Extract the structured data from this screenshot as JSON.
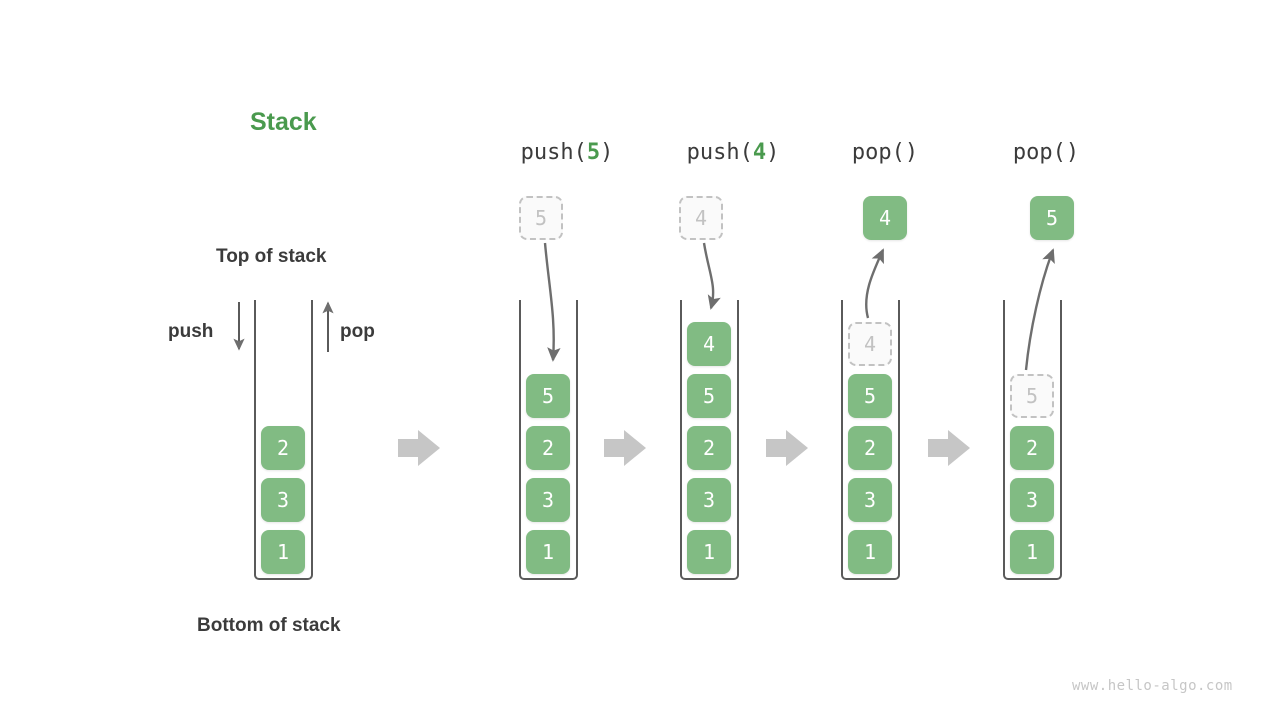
{
  "diagram": {
    "title": "Stack",
    "footer": "www.hello-algo.com",
    "labels": {
      "top_of_stack": "Top of stack",
      "bottom_of_stack": "Bottom of stack",
      "push": "push",
      "pop": "pop"
    },
    "colors": {
      "accent_green": "#4a9a4e",
      "cell_green": "#81bb83",
      "ghost_border": "#c2c2c2",
      "ghost_text": "#c2c2c2",
      "container_stroke": "#5a5a5a",
      "arrow_gray": "#6e6e6e",
      "block_arrow_gray": "#c6c6c6",
      "text_dark": "#3b3b3b",
      "footer_gray": "#c6c6c6"
    },
    "operations": [
      {
        "id": "op-push-5",
        "prefix": "push(",
        "arg": "5",
        "suffix": ")"
      },
      {
        "id": "op-push-4",
        "prefix": "push(",
        "arg": "4",
        "suffix": ")"
      },
      {
        "id": "op-pop-1",
        "prefix": "pop(",
        "arg": "",
        "suffix": ")"
      },
      {
        "id": "op-pop-2",
        "prefix": "pop(",
        "arg": "",
        "suffix": ")"
      }
    ],
    "stacks": [
      {
        "id": "stack-initial",
        "name": "initial-stack",
        "cells": [
          {
            "value": "2",
            "ghost": false
          },
          {
            "value": "3",
            "ghost": false
          },
          {
            "value": "1",
            "ghost": false
          }
        ],
        "incoming": null,
        "outgoing": null
      },
      {
        "id": "stack-after-push-5",
        "name": "stack-after-push-5",
        "cells": [
          {
            "value": "5",
            "ghost": false
          },
          {
            "value": "2",
            "ghost": false
          },
          {
            "value": "3",
            "ghost": false
          },
          {
            "value": "1",
            "ghost": false
          }
        ],
        "incoming": {
          "value": "5",
          "ghost": true
        },
        "outgoing": null
      },
      {
        "id": "stack-after-push-4",
        "name": "stack-after-push-4",
        "cells": [
          {
            "value": "4",
            "ghost": false
          },
          {
            "value": "5",
            "ghost": false
          },
          {
            "value": "2",
            "ghost": false
          },
          {
            "value": "3",
            "ghost": false
          },
          {
            "value": "1",
            "ghost": false
          }
        ],
        "incoming": {
          "value": "4",
          "ghost": true
        },
        "outgoing": null
      },
      {
        "id": "stack-after-pop-4",
        "name": "stack-after-pop-4",
        "cells": [
          {
            "value": "4",
            "ghost": true
          },
          {
            "value": "5",
            "ghost": false
          },
          {
            "value": "2",
            "ghost": false
          },
          {
            "value": "3",
            "ghost": false
          },
          {
            "value": "1",
            "ghost": false
          }
        ],
        "incoming": null,
        "outgoing": {
          "value": "4",
          "ghost": false
        }
      },
      {
        "id": "stack-after-pop-5",
        "name": "stack-after-pop-5",
        "cells": [
          {
            "value": "5",
            "ghost": true
          },
          {
            "value": "2",
            "ghost": false
          },
          {
            "value": "3",
            "ghost": false
          },
          {
            "value": "1",
            "ghost": false
          }
        ],
        "incoming": null,
        "outgoing": {
          "value": "5",
          "ghost": false
        }
      }
    ]
  }
}
